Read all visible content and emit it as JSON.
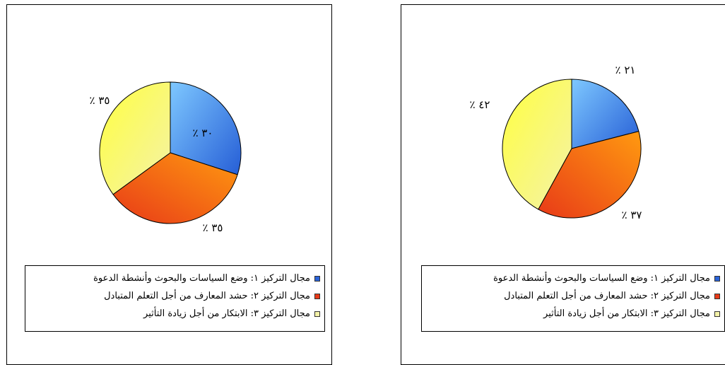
{
  "colors": {
    "slice1": [
      "#7ec8ff",
      "#2a63d8"
    ],
    "slice2": [
      "#ff9a10",
      "#e83a18"
    ],
    "slice3": [
      "#ffff40",
      "#f4f2a8"
    ],
    "outline": "#000000"
  },
  "chart_data": [
    {
      "type": "pie",
      "title": "",
      "labels": [
        "مجال التركيز ١: وضع السياسات والبحوث وأنشطة الدعوة",
        "مجال التركيز ٢: حشد المعارف من أجل التعلم المتبادل",
        "مجال التركيز ٣: الابتكار من أجل زيادة التأثير"
      ],
      "values": [
        30,
        35,
        35
      ],
      "value_labels": [
        "٪ ٣٠",
        "٪ ٣٥",
        "٪ ٣٥"
      ],
      "legend": "bottom",
      "start_angle_deg": 0,
      "direction": "clockwise"
    },
    {
      "type": "pie",
      "title": "",
      "labels": [
        "مجال التركيز ١: وضع السياسات والبحوث وأنشطة الدعوة",
        "مجال التركيز ٢: حشد المعارف من أجل التعلم المتبادل",
        "مجال التركيز ٣: الابتكار من أجل زيادة التأثير"
      ],
      "values": [
        21,
        37,
        42
      ],
      "value_labels": [
        "٪ ٢١",
        "٪ ٣٧",
        "٪ ٤٢"
      ],
      "legend": "bottom",
      "start_angle_deg": 0,
      "direction": "clockwise"
    }
  ]
}
